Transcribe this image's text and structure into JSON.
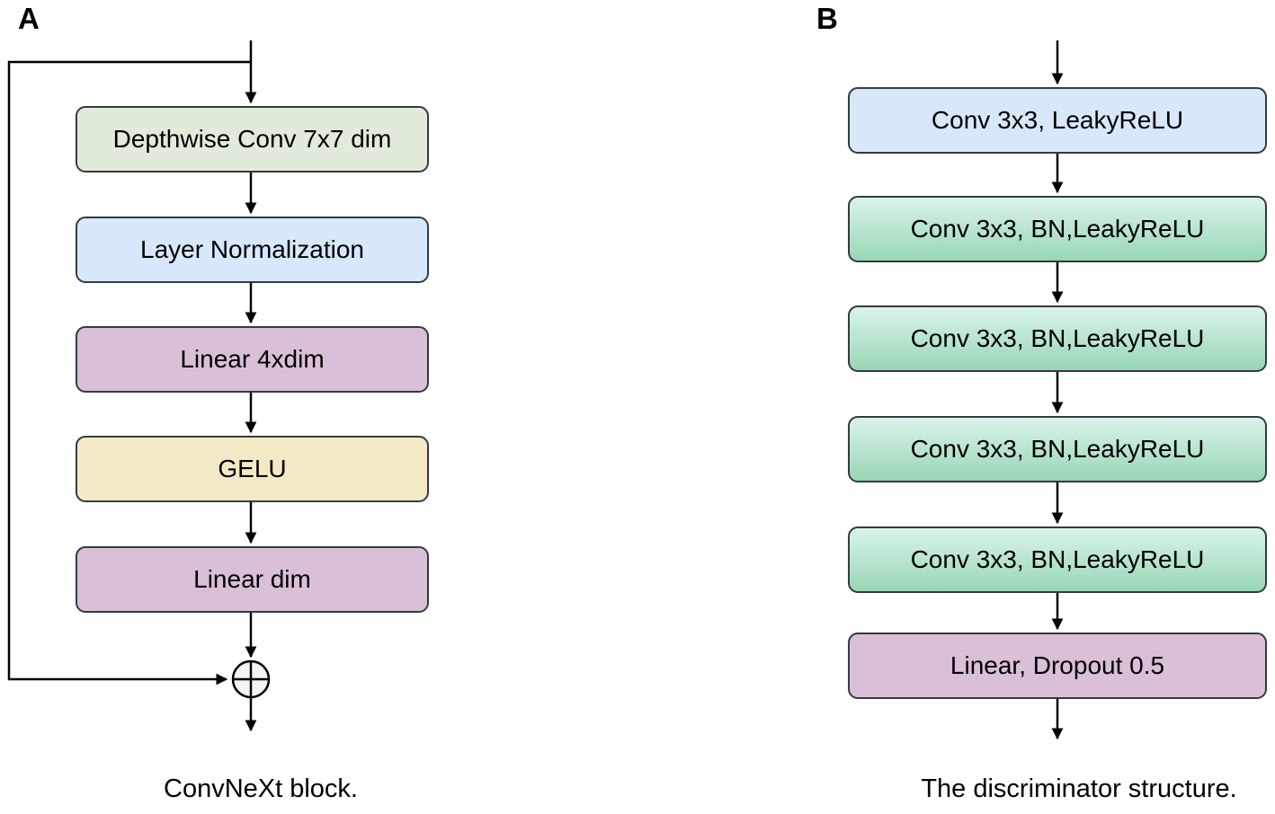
{
  "figure": {
    "type": "flowchart",
    "description_panels": 2
  },
  "colors": {
    "background": "#ffffff",
    "box_border": "#343a40",
    "arrow": "#000000",
    "text": "#000000",
    "green_flat": "#e1ebdb",
    "blue_flat": "#d7e8fa",
    "mauve_flat": "#d9c0d6",
    "yellow_flat": "#f4e9c5",
    "green_gradient_top": "#daf4e9",
    "green_gradient_bottom": "#98d6b4",
    "adder_fill": "#f4f4f4"
  },
  "panel_a": {
    "label": "A",
    "caption": "ConvNeXt block.",
    "boxes": [
      {
        "label": "Depthwise Conv 7x7 dim",
        "fill": "#e1ebdb"
      },
      {
        "label": "Layer Normalization",
        "fill": "#d7e8fa"
      },
      {
        "label": "Linear 4xdim",
        "fill": "#d9c0d6"
      },
      {
        "label": "GELU",
        "fill": "#f4e9c5"
      },
      {
        "label": "Linear dim",
        "fill": "#d9c0d6"
      }
    ],
    "sum_node": {
      "symbol": "⊕",
      "meaning": "element-wise add (residual connection)"
    }
  },
  "panel_b": {
    "label": "B",
    "caption": "The discriminator structure.",
    "boxes": [
      {
        "label": "Conv 3x3, LeakyReLU",
        "fill": "#d7e8fa"
      },
      {
        "label": "Conv 3x3, BN,LeakyReLU",
        "fill": [
          "#daf4e9",
          "#98d6b4"
        ]
      },
      {
        "label": "Conv 3x3, BN,LeakyReLU",
        "fill": [
          "#daf4e9",
          "#98d6b4"
        ]
      },
      {
        "label": "Conv 3x3, BN,LeakyReLU",
        "fill": [
          "#daf4e9",
          "#98d6b4"
        ]
      },
      {
        "label": "Conv 3x3, BN,LeakyReLU",
        "fill": [
          "#daf4e9",
          "#98d6b4"
        ]
      },
      {
        "label": "Linear, Dropout 0.5",
        "fill": "#d9c0d6"
      }
    ]
  }
}
